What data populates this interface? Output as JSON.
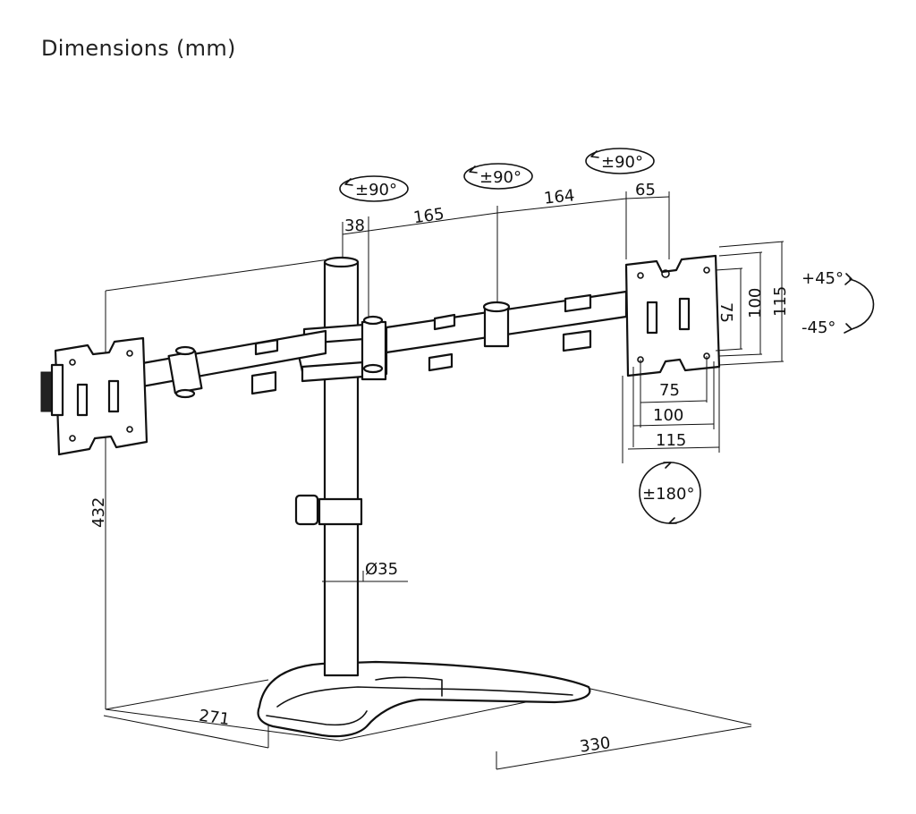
{
  "title": "Dimensions (mm)",
  "dimensions": {
    "d38": "38",
    "d165": "165",
    "d164": "164",
    "d65": "65",
    "d432": "432",
    "d35": "Ø35",
    "d271": "271",
    "d330": "330",
    "vesa_h_75": "75",
    "vesa_h_100": "100",
    "vesa_h_115": "115",
    "vesa_v_75": "75",
    "vesa_v_100": "100",
    "vesa_v_115": "115"
  },
  "rotations": {
    "arm1": "±90°",
    "arm2": "±90°",
    "arm3": "±90°",
    "tilt_up": "+45°",
    "tilt_down": "-45°",
    "rotate": "±180°"
  }
}
